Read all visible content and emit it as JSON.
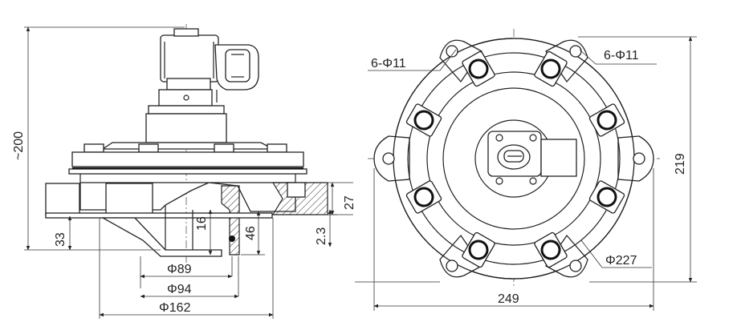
{
  "side_view": {
    "dims": {
      "height_total": "~200",
      "base_height": "33",
      "d16": "16",
      "d46": "46",
      "d2_3": "2.3",
      "d27": "27",
      "phi89": "Φ89",
      "phi94": "Φ94",
      "phi162": "Φ162"
    }
  },
  "top_view": {
    "dims": {
      "holes_left": "6-Φ11",
      "holes_right": "6-Φ11",
      "phi227": "Φ227",
      "width": "249",
      "height": "219"
    }
  }
}
